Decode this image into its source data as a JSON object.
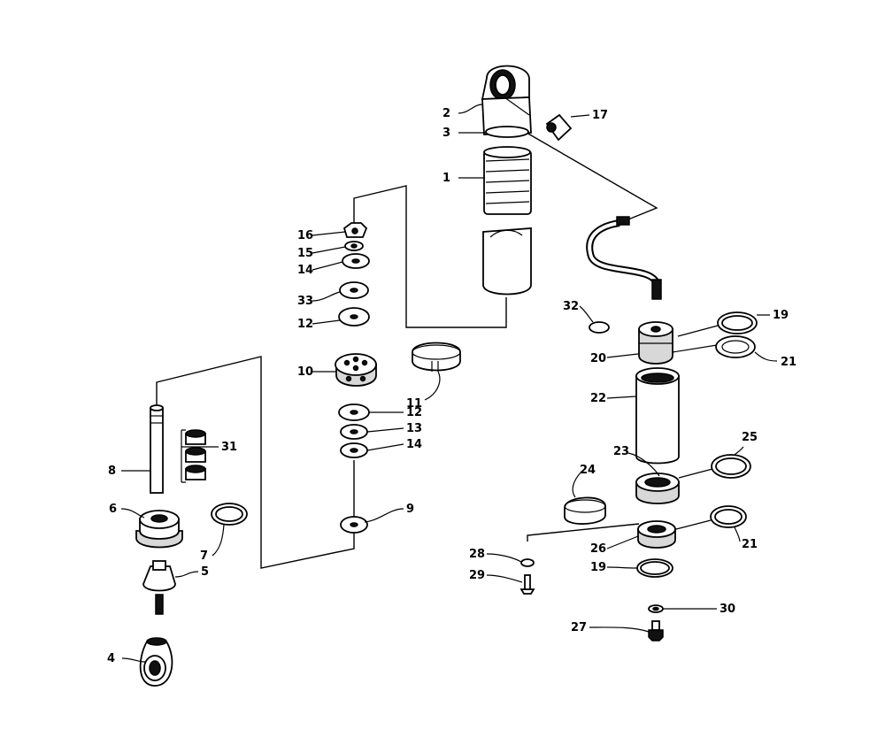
{
  "callouts": [
    {
      "n": "1"
    },
    {
      "n": "2"
    },
    {
      "n": "3"
    },
    {
      "n": "4"
    },
    {
      "n": "5"
    },
    {
      "n": "6"
    },
    {
      "n": "7"
    },
    {
      "n": "8"
    },
    {
      "n": "9"
    },
    {
      "n": "10"
    },
    {
      "n": "11"
    },
    {
      "n": "12"
    },
    {
      "n": "12"
    },
    {
      "n": "13"
    },
    {
      "n": "14"
    },
    {
      "n": "14"
    },
    {
      "n": "15"
    },
    {
      "n": "16"
    },
    {
      "n": "17"
    },
    {
      "n": "19"
    },
    {
      "n": "19"
    },
    {
      "n": "20"
    },
    {
      "n": "21"
    },
    {
      "n": "21"
    },
    {
      "n": "22"
    },
    {
      "n": "23"
    },
    {
      "n": "24"
    },
    {
      "n": "25"
    },
    {
      "n": "26"
    },
    {
      "n": "27"
    },
    {
      "n": "28"
    },
    {
      "n": "29"
    },
    {
      "n": "30"
    },
    {
      "n": "31"
    },
    {
      "n": "32"
    },
    {
      "n": "33"
    }
  ]
}
